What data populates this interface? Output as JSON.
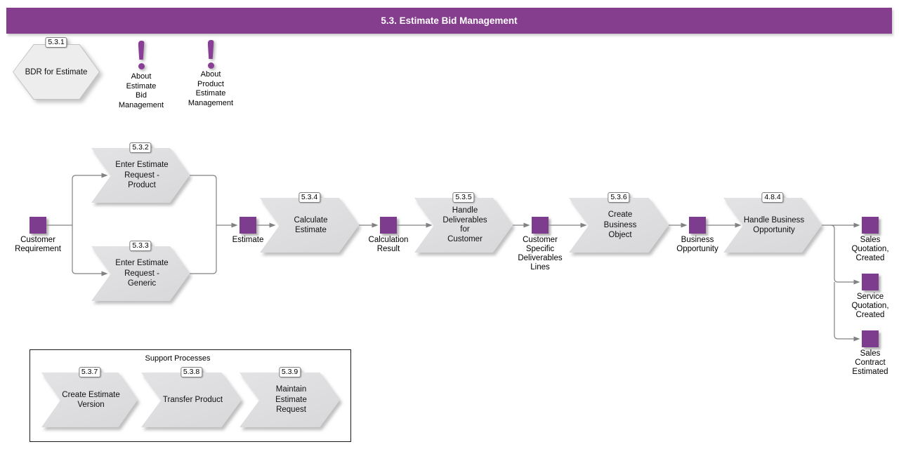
{
  "title": "5.3. Estimate Bid Management",
  "colors": {
    "header_purple": "#853D8D",
    "event_purple": "#7D3C8E",
    "shape_gray": "#DCDCDE",
    "line_gray": "#828282"
  },
  "start": {
    "badge": "5.3.1",
    "label": "BDR for Estimate"
  },
  "notes": [
    {
      "label": "About\nEstimate\nBid\nManagement"
    },
    {
      "label": "About\nProduct\nEstimate\nManagement"
    }
  ],
  "processes": [
    {
      "badge": "5.3.2",
      "label": "Enter Estimate\nRequest -\nProduct"
    },
    {
      "badge": "5.3.3",
      "label": "Enter Estimate\nRequest -\nGeneric"
    },
    {
      "badge": "5.3.4",
      "label": "Calculate\nEstimate"
    },
    {
      "badge": "5.3.5",
      "label": "Handle\nDeliverables\nfor\nCustomer"
    },
    {
      "badge": "5.3.6",
      "label": "Create\nBusiness\nObject"
    },
    {
      "badge": "4.8.4",
      "label": "Handle Business\nOpportunity"
    }
  ],
  "events": [
    {
      "label": "Customer\nRequirement"
    },
    {
      "label": "Estimate"
    },
    {
      "label": "Calculation\nResult"
    },
    {
      "label": "Customer\nSpecific\nDeliverables\nLines"
    },
    {
      "label": "Business\nOpportunity"
    },
    {
      "label": "Sales\nQuotation,\nCreated"
    },
    {
      "label": "Service\nQuotation,\nCreated"
    },
    {
      "label": "Sales\nContract\nEstimated"
    }
  ],
  "support": {
    "title": "Support Processes",
    "processes": [
      {
        "badge": "5.3.7",
        "label": "Create Estimate\nVersion"
      },
      {
        "badge": "5.3.8",
        "label": "Transfer Product"
      },
      {
        "badge": "5.3.9",
        "label": "Maintain\nEstimate\nRequest"
      }
    ]
  }
}
